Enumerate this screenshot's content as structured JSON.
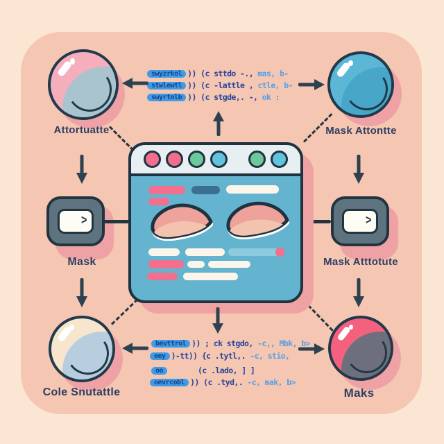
{
  "diagram": {
    "title_hint": "mask attribute illustration",
    "nodes": {
      "top_left_sphere": {
        "label": "Attortuatte"
      },
      "top_right_sphere": {
        "label": "Mask Attontte"
      },
      "left_toggle": {
        "label": "Mask",
        "chevron": ">"
      },
      "right_toggle": {
        "label": "Mask Atttotute",
        "chevron": ">"
      },
      "bottom_left_sphere": {
        "label": "Cole Snutattle"
      },
      "bottom_right_sphere": {
        "label": "Maks"
      }
    },
    "code_top": {
      "lines": [
        {
          "token": "swyzrkol",
          "dark": ")) (c sttdo -.,",
          "light": " mas, b-"
        },
        {
          "token": "stwlewtl",
          "dark": ")) (c -lattle ,",
          "light": " ctle, b-"
        },
        {
          "token": "swyrtolb",
          "dark": ")) (c stgde,. -,",
          "light": " ok :"
        }
      ]
    },
    "code_bottom": {
      "lines": [
        {
          "token": "bevttrol",
          "dark": ")) ; ck stgdo,",
          "light": " -c,, Mbk, b>"
        },
        {
          "token": "eey",
          "dark": ")-tt)) {c .tytl,.",
          "light": " -c, stio,"
        },
        {
          "token": "oo",
          "dark": "(c .lado, ] ]",
          "light": ""
        },
        {
          "token": "oevrcobl",
          "dark": ")) (c .tyd,.",
          "light": " -c, mak, b>"
        }
      ]
    },
    "window": {
      "traffic_lights_left": [
        "pink",
        "pink",
        "green",
        "teal"
      ],
      "traffic_lights_right": [
        "green",
        "teal"
      ]
    },
    "colors": {
      "background": "#fbe6d3",
      "panel": "#f5c6b1",
      "outline": "#1f3240",
      "sphere_pink": "#f5aebc",
      "sphere_blue": "#5cb6d6",
      "sphere_cream": "#f7e5cd",
      "sphere_red": "#f4617e",
      "window_body": "#64b3cf",
      "code_pill": "#3f9ce4",
      "code_dark": "#27449c",
      "code_light": "#55a0e8",
      "accent_pink": "#f2708e"
    }
  }
}
